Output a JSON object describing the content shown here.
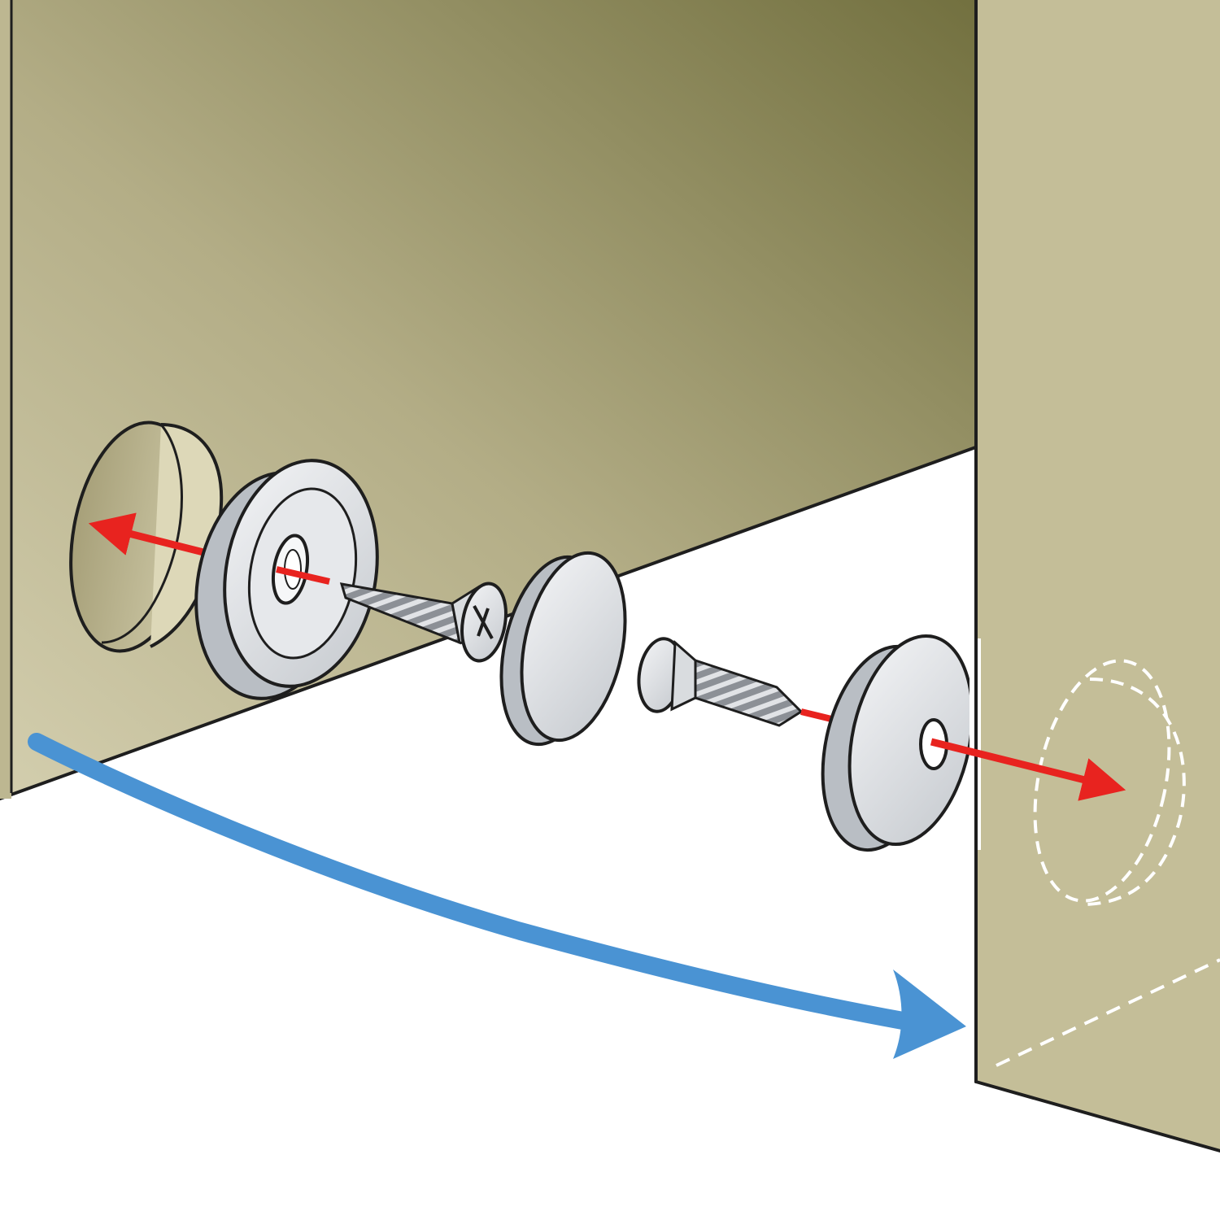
{
  "diagram": {
    "type": "installation-illustration",
    "parts": [
      {
        "id": "cabinet-panel",
        "label": ""
      },
      {
        "id": "door-panel",
        "label": ""
      },
      {
        "id": "recessed-hole",
        "label": ""
      },
      {
        "id": "cup-magnet",
        "label": ""
      },
      {
        "id": "countersunk-screw",
        "label": ""
      },
      {
        "id": "metal-disc",
        "label": ""
      },
      {
        "id": "disc-screw",
        "label": ""
      },
      {
        "id": "washer-plate",
        "label": ""
      },
      {
        "id": "hidden-hole-outline",
        "label": ""
      }
    ],
    "arrows": [
      {
        "id": "insert-magnet-arrow",
        "meaning": "",
        "color": "#e8231f"
      },
      {
        "id": "insert-plate-arrow",
        "meaning": "",
        "color": "#e8231f"
      },
      {
        "id": "door-swing-arrow",
        "meaning": "",
        "color": "#4a93d3"
      }
    ]
  },
  "colors": {
    "panel_light": "#cfcaa9",
    "panel_dark": "#7c7a4c",
    "door": "#c4be98",
    "metal": "#dcdfe3",
    "metal_shadow": "#b9bec4",
    "red_arrow": "#e8231f",
    "blue_arrow": "#4a93d3",
    "dashed": "#ffffff"
  }
}
